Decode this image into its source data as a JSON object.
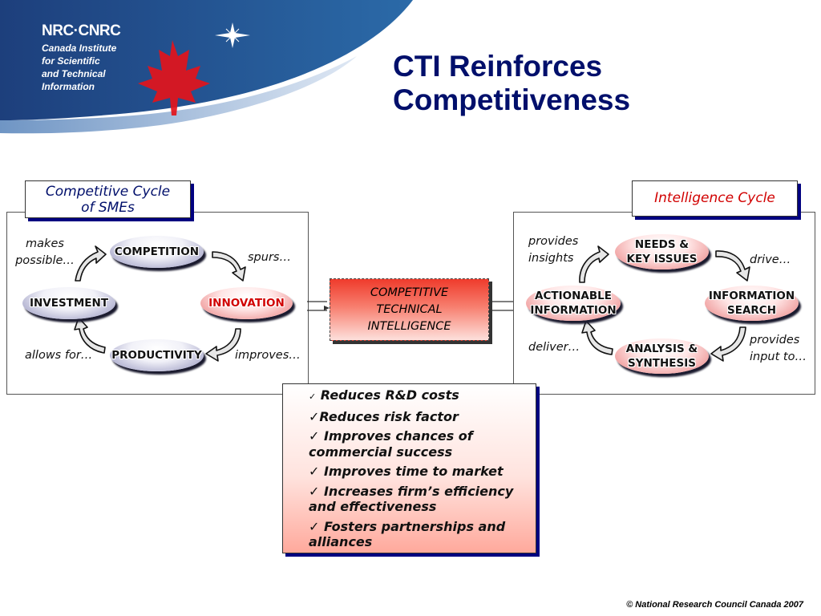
{
  "header": {
    "logo_mark": "NRC·CNRC",
    "logo_lines": [
      "Canada Institute",
      "for Scientific",
      "and Technical",
      "Information"
    ],
    "title_line1": "CTI Reinforces",
    "title_line2": "Competitiveness"
  },
  "left_cycle": {
    "title_line1": "Competitive Cycle",
    "title_line2": "of SMEs",
    "nodes": {
      "competition": "COMPETITION",
      "innovation": "INNOVATION",
      "productivity": "PRODUCTIVITY",
      "investment": "INVESTMENT"
    },
    "labels": {
      "makes_1": "makes",
      "makes_2": "possible…",
      "spurs": "spurs…",
      "improves": "improves…",
      "allows_for": "allows for…"
    }
  },
  "center": {
    "line1": "COMPETITIVE",
    "line2": "TECHNICAL",
    "line3": "INTELLIGENCE"
  },
  "right_cycle": {
    "title": "Intelligence Cycle",
    "nodes": {
      "needs_1": "NEEDS &",
      "needs_2": "KEY ISSUES",
      "info_1": "INFORMATION",
      "info_2": "SEARCH",
      "analysis_1": "ANALYSIS &",
      "analysis_2": "SYNTHESIS",
      "action_1": "ACTIONABLE",
      "action_2": "INFORMATION"
    },
    "labels": {
      "provides_1": "provides",
      "provides_2": "insights",
      "drive": "drive…",
      "input_1": "provides",
      "input_2": "input to…",
      "deliver": "deliver…"
    }
  },
  "benefits": {
    "check": "✓",
    "items": [
      "Reduces R&D costs",
      "Reduces risk factor",
      " Improves chances of commercial success",
      " Improves time to market",
      " Increases firm’s efficiency and effectiveness",
      " Fosters partnerships and alliances"
    ]
  },
  "footer": "© National Research Council Canada 2007",
  "colors": {
    "title_blue": "#000f6b",
    "banner_blue": "#1e4d8c",
    "accent_red": "#d10000",
    "frame_navy": "#000080"
  }
}
